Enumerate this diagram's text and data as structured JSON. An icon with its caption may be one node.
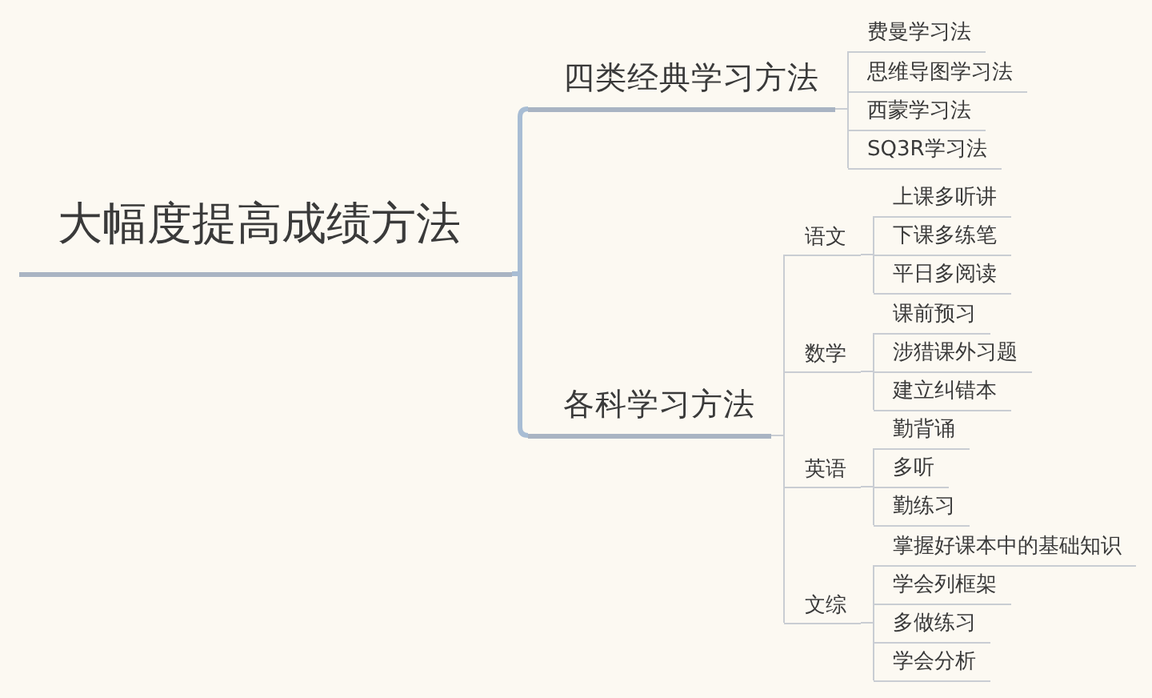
{
  "diagram": {
    "nodes": [
      {
        "text": [
          "大幅度提高成绩方法"
        ]
      },
      {
        "text": [
          "四类经典学习方法"
        ]
      },
      {
        "text": [
          "费曼学习法"
        ]
      },
      {
        "text": [
          "思维导图学习法"
        ]
      },
      {
        "text": [
          "西蒙学习法"
        ]
      },
      {
        "text": [
          "SQ3R学习法"
        ]
      },
      {
        "text": [
          "各科学习方法"
        ]
      },
      {
        "text": [
          "语文"
        ]
      },
      {
        "text": [
          "上课多听讲"
        ]
      },
      {
        "text": [
          "下课多练笔"
        ]
      },
      {
        "text": [
          "平日多阅读"
        ]
      },
      {
        "text": [
          "数学"
        ]
      },
      {
        "text": [
          "课前预习"
        ]
      },
      {
        "text": [
          "涉猎课外习题"
        ]
      },
      {
        "text": [
          "建立纠错本"
        ]
      },
      {
        "text": [
          "英语"
        ]
      },
      {
        "text": [
          "勤背诵"
        ]
      },
      {
        "text": [
          "多听"
        ]
      },
      {
        "text": [
          "勤练习"
        ]
      },
      {
        "text": [
          "文综"
        ]
      },
      {
        "text": [
          "掌握好课本中的基础知识"
        ]
      },
      {
        "text": [
          "学会列框架"
        ]
      },
      {
        "text": [
          "多做练习"
        ]
      },
      {
        "text": [
          "学会分析"
        ]
      }
    ],
    "edges": [
      {
        "from": 0,
        "to": 1,
        "arrow": "none",
        "style": "thick",
        "color": "#a8bdd4"
      },
      {
        "from": 1,
        "to": 2,
        "arrow": "none"
      },
      {
        "from": 1,
        "to": 3,
        "arrow": "none"
      },
      {
        "from": 1,
        "to": 4,
        "arrow": "none"
      },
      {
        "from": 1,
        "to": 5,
        "arrow": "none"
      },
      {
        "from": 0,
        "to": 6,
        "arrow": "none",
        "style": "thick",
        "color": "#a8bdd4"
      },
      {
        "from": 6,
        "to": 7,
        "arrow": "none"
      },
      {
        "from": 7,
        "to": 8,
        "arrow": "none"
      },
      {
        "from": 7,
        "to": 9,
        "arrow": "none"
      },
      {
        "from": 7,
        "to": 10,
        "arrow": "none"
      },
      {
        "from": 6,
        "to": 11,
        "arrow": "none"
      },
      {
        "from": 11,
        "to": 12,
        "arrow": "none"
      },
      {
        "from": 11,
        "to": 13,
        "arrow": "none"
      },
      {
        "from": 11,
        "to": 14,
        "arrow": "none"
      },
      {
        "from": 6,
        "to": 15,
        "arrow": "none"
      },
      {
        "from": 15,
        "to": 16,
        "arrow": "none"
      },
      {
        "from": 15,
        "to": 17,
        "arrow": "none"
      },
      {
        "from": 15,
        "to": 18,
        "arrow": "none"
      },
      {
        "from": 6,
        "to": 19,
        "arrow": "none"
      },
      {
        "from": 19,
        "to": 20,
        "arrow": "none"
      },
      {
        "from": 19,
        "to": 21,
        "arrow": "none"
      },
      {
        "from": 19,
        "to": 22,
        "arrow": "none"
      },
      {
        "from": 19,
        "to": 23,
        "arrow": "none"
      }
    ]
  }
}
